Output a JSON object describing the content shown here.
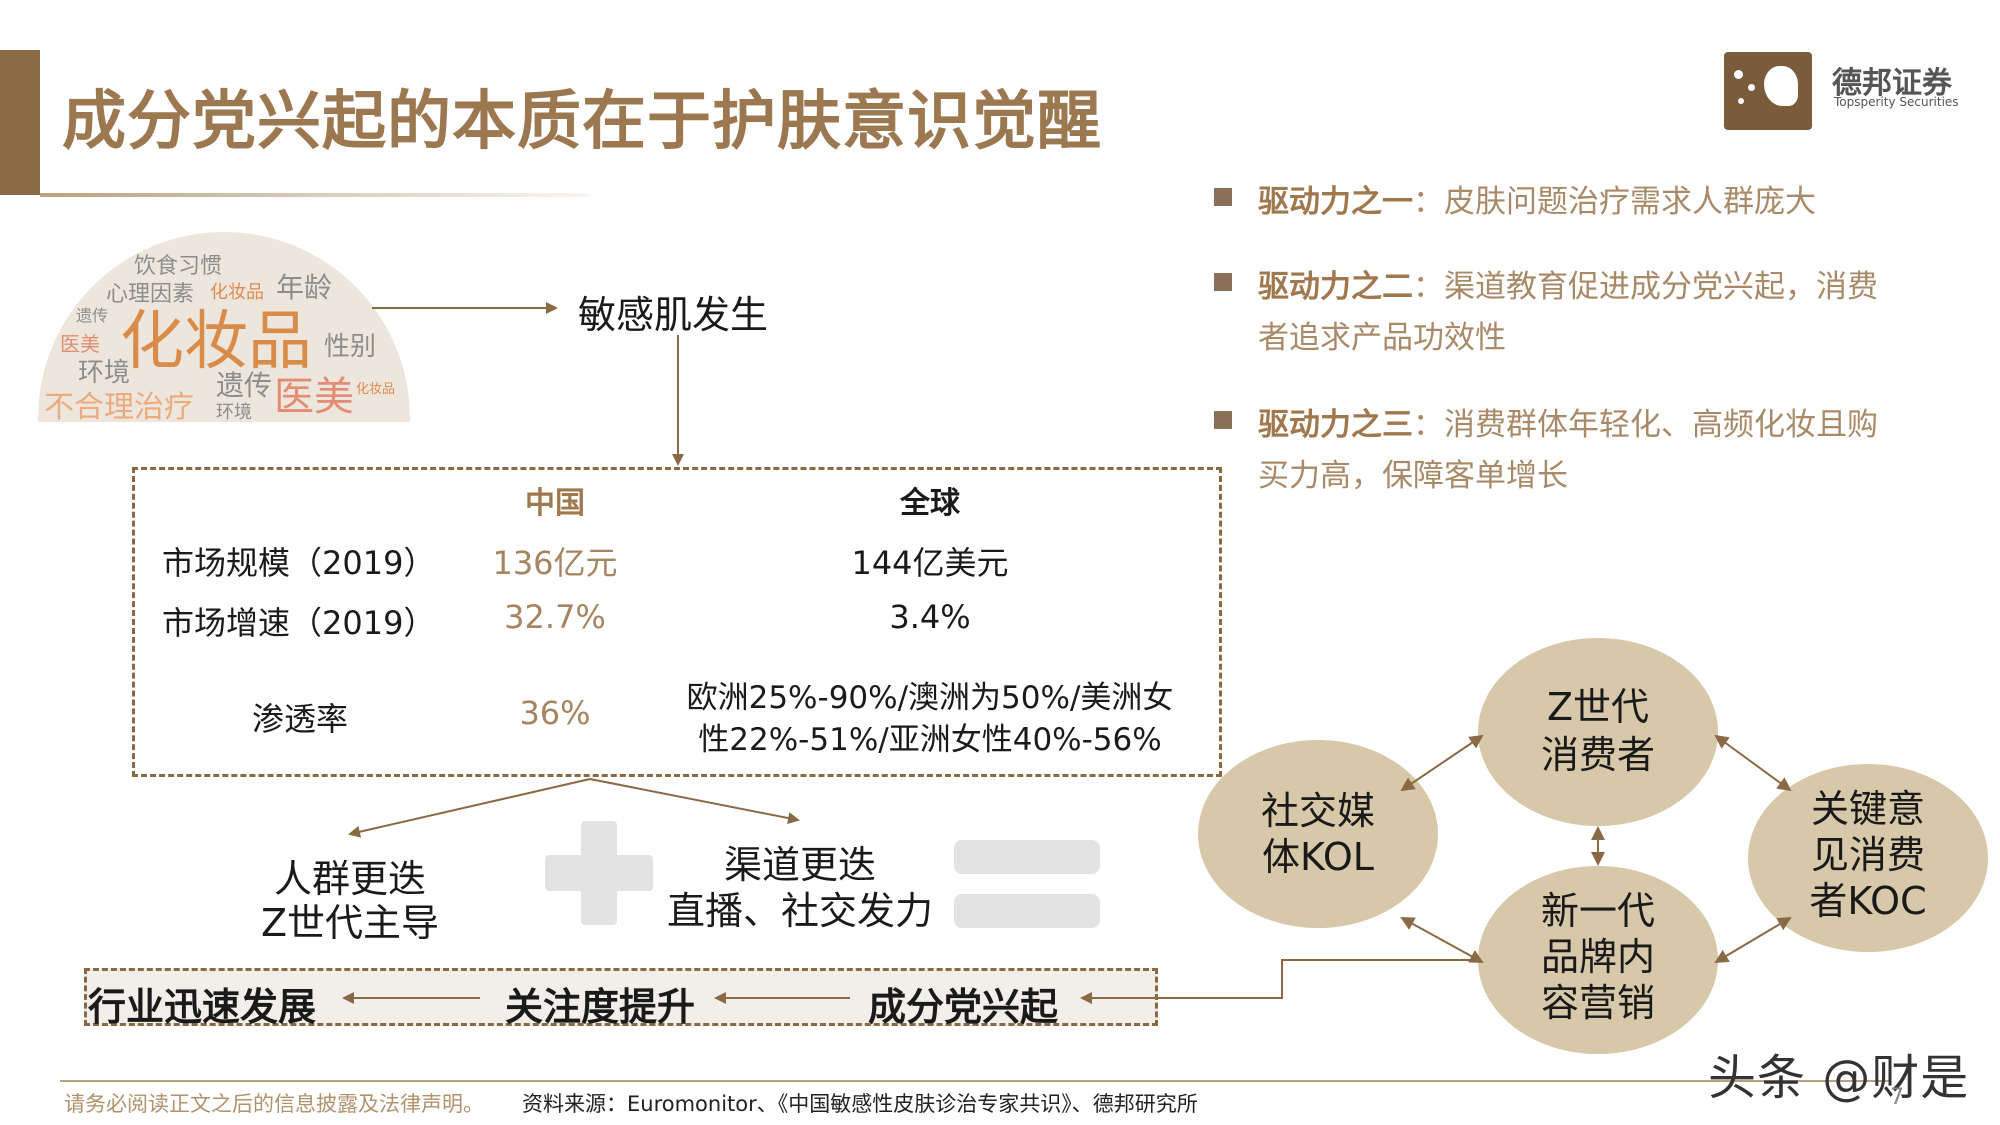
{
  "header": {
    "title": "成分党兴起的本质在于护肤意识觉醒",
    "logo_cn": "德邦证券",
    "logo_en": "Topsperity Securities"
  },
  "word_cloud": {
    "words": [
      "化妆品",
      "医美",
      "不合理治疗",
      "心理因素",
      "遗传",
      "环境",
      "年龄",
      "饮食习惯",
      "性别",
      "化妆品",
      "医美",
      "遗传",
      "环境",
      "化妆品"
    ]
  },
  "flow": {
    "sensitive_skin": "敏感肌发生"
  },
  "market_table": {
    "headers": [
      "中国",
      "全球"
    ],
    "rows": [
      {
        "label": "市场规模（2019）",
        "china": "136亿元",
        "global": "144亿美元"
      },
      {
        "label": "市场增速（2019）",
        "china": "32.7%",
        "global": "3.4%"
      },
      {
        "label": "渗透率",
        "china": "36%",
        "global_line1": "欧洲25%-90%/澳洲为50%/美洲女",
        "global_line2": "性22%-51%/亚洲女性40%-56%"
      }
    ]
  },
  "drivers": {
    "crowd_line1": "人群更迭",
    "crowd_line2": "Z世代主导",
    "channel_line1": "渠道更迭",
    "channel_line2": "直播、社交发力"
  },
  "bottom_chain": {
    "item1": "行业迅速发展",
    "item2": "关注度提升",
    "item3": "成分党兴起"
  },
  "circles": {
    "z_gen": [
      "Z世代",
      "消费者"
    ],
    "kol": [
      "社交媒",
      "体KOL"
    ],
    "koc": [
      "关键意",
      "见消费",
      "者KOC"
    ],
    "brand": [
      "新一代",
      "品牌内",
      "容营销"
    ]
  },
  "bullets": [
    {
      "name": "驱动力之一",
      "line1": "：皮肤问题治疗需求人群庞大",
      "line2": ""
    },
    {
      "name": "驱动力之二",
      "line1": "：渠道教育促进成分党兴起，消费",
      "line2": "者追求产品功效性"
    },
    {
      "name": "驱动力之三",
      "line1": "：消费群体年轻化、高频化妆且购",
      "line2": "买力高，保障客单增长"
    }
  ],
  "footer": {
    "disclaimer": "请务必阅读正文之后的信息披露及法律声明。",
    "source": "资料来源：Euromonitor、《中国敏感性皮肤诊治专家共识》、德邦研究所",
    "watermark": "头条 @财是",
    "page_number": "7"
  },
  "colors": {
    "accent": "#9c7850",
    "circle_fill": "#d6c8a8",
    "border": "#8a6a45"
  }
}
